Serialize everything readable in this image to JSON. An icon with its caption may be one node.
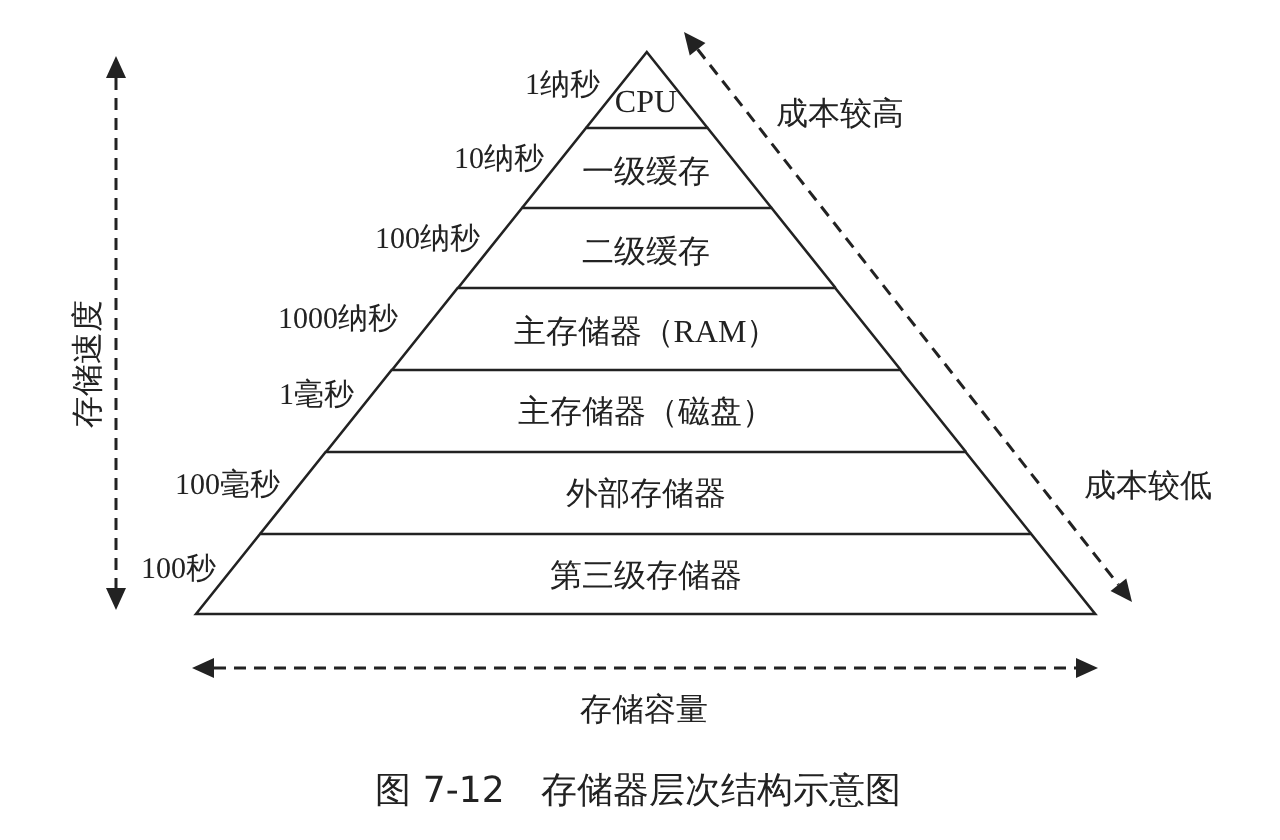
{
  "diagram": {
    "caption": "图 7-12　存储器层次结构示意图",
    "nodes": [
      {
        "text": [
          "CPU"
        ],
        "beside": [
          "1纳秒"
        ]
      },
      {
        "text": [
          "一级缓存"
        ],
        "beside": [
          "10纳秒"
        ]
      },
      {
        "text": [
          "二级缓存"
        ],
        "beside": [
          "100纳秒"
        ]
      },
      {
        "text": [
          "主存储器（RAM）"
        ],
        "beside": [
          "1000纳秒"
        ]
      },
      {
        "text": [
          "主存储器（磁盘）"
        ],
        "beside": [
          "1毫秒"
        ]
      },
      {
        "text": [
          "外部存储器"
        ],
        "beside": [
          "100毫秒"
        ]
      },
      {
        "text": [
          "第三级存储器"
        ],
        "beside": [
          "100秒"
        ]
      }
    ],
    "labels": [
      "成本较高",
      "存储速度",
      "成本较低",
      "存储容量"
    ]
  }
}
